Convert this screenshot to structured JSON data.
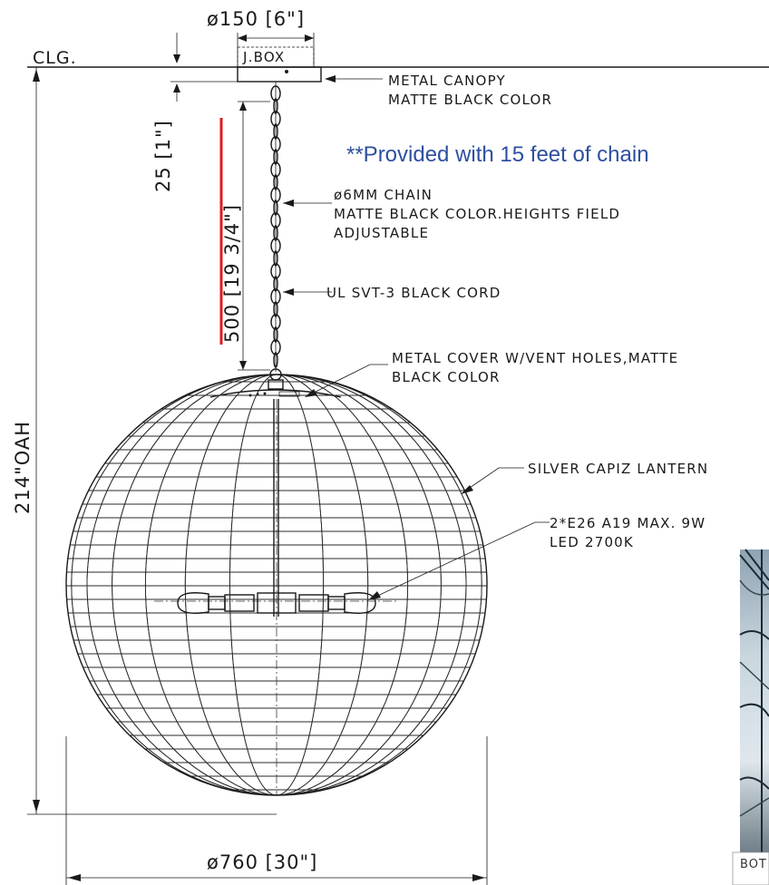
{
  "dimensions": {
    "canopy_diameter": "ø150 [6\"]",
    "jbox": "J.BOX",
    "ceiling": "CLG.",
    "canopy_height": "25 [1\"]",
    "chain_length": "500 [19 3/4\"]",
    "overall_height": "214\"OAH",
    "sphere_diameter": "ø760 [30\"]"
  },
  "callouts": {
    "canopy_line1": "METAL CANOPY",
    "canopy_line2": "MATTE BLACK COLOR",
    "chain_line1": "ø6MM CHAIN",
    "chain_line2": "MATTE BLACK COLOR.HEIGHTS FIELD",
    "chain_line3": "ADJUSTABLE",
    "cord": "UL SVT-3 BLACK CORD",
    "cover_line1": "METAL COVER W/VENT HOLES,MATTE",
    "cover_line2": "BLACK COLOR",
    "lantern": "SILVER CAPIZ LANTERN",
    "bulb_line1": "2*E26 A19 MAX. 9W",
    "bulb_line2": "LED 2700K"
  },
  "note": "**Provided with 15 feet of chain",
  "photo_caption": "BOT",
  "colors": {
    "note_blue": "#2d4fa0",
    "strike_red": "#e01b1b",
    "line": "#1a1a1a"
  }
}
